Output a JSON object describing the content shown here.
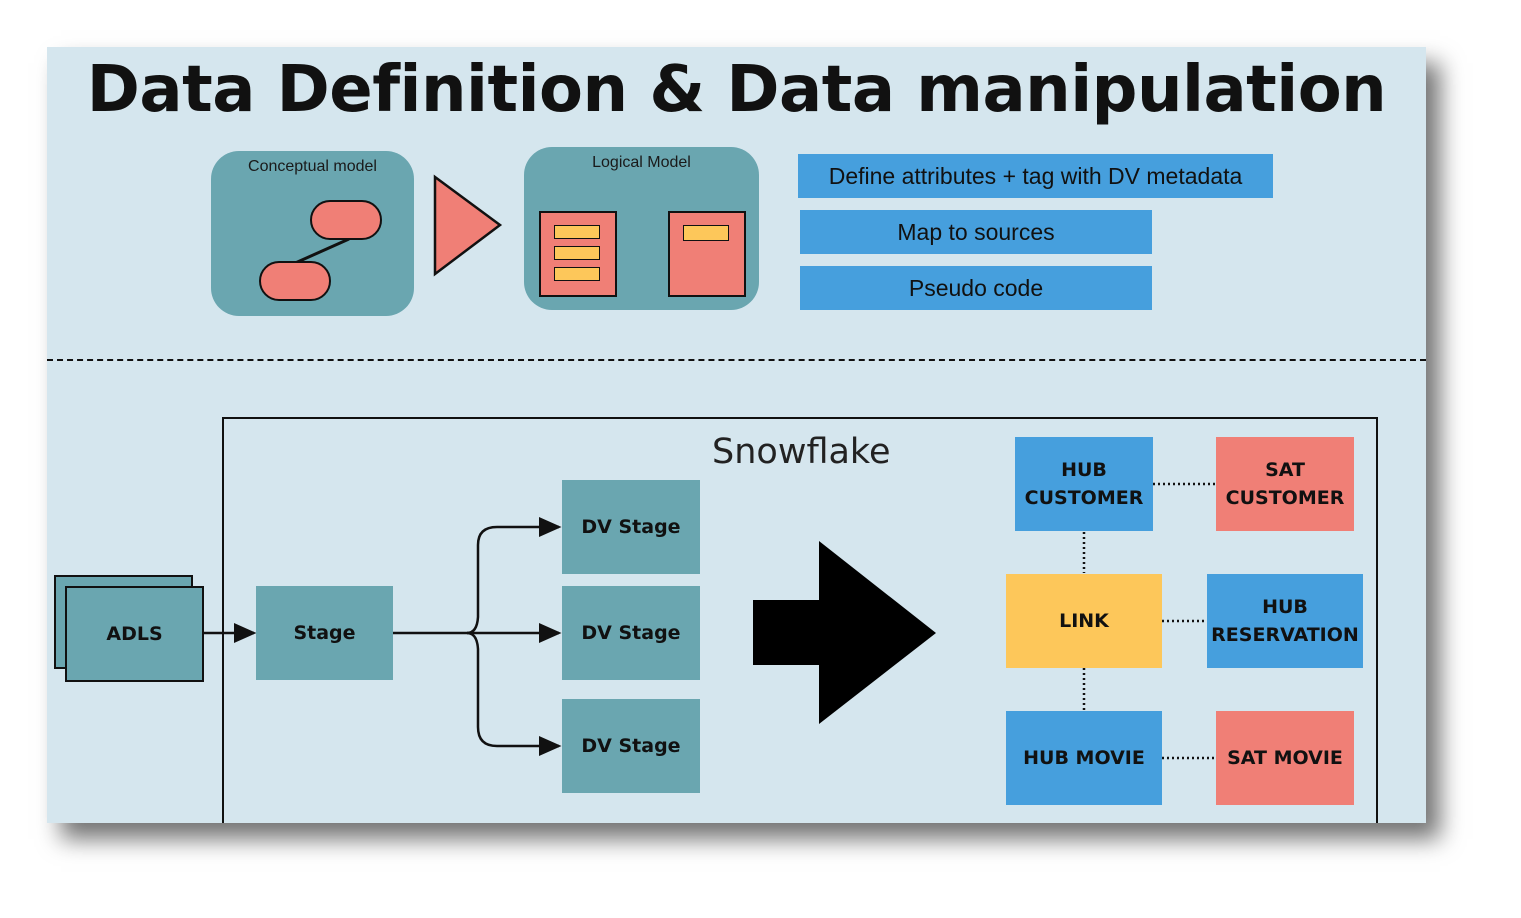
{
  "title": "Data Definition & Data manipulation",
  "conceptual_model": {
    "label": "Conceptual model"
  },
  "logical_model": {
    "label": "Logical Model"
  },
  "steps": [
    "Define attributes + tag with DV metadata",
    "Map to sources",
    "Pseudo code"
  ],
  "platform_label": "Snowflake",
  "pipeline": {
    "source": "ADLS",
    "stage": "Stage",
    "dv_stages": [
      "DV Stage",
      "DV Stage",
      "DV Stage"
    ]
  },
  "data_vault": {
    "hub_customer": "HUB\nCUSTOMER",
    "sat_customer": "SAT\nCUSTOMER",
    "link": "LINK",
    "hub_reservation": "HUB\nRESERVATION",
    "hub_movie": "HUB MOVIE",
    "sat_movie": "SAT MOVIE"
  },
  "colors": {
    "background": "#d5e6ee",
    "teal": "#6aa6b0",
    "blue": "#469fdd",
    "salmon": "#f07f76",
    "yellow": "#fdc75a"
  }
}
